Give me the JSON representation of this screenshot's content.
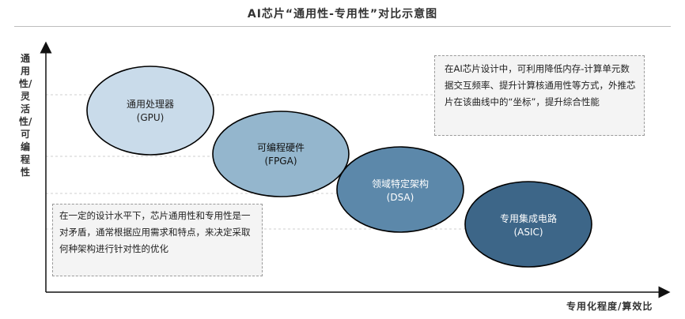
{
  "title": "AI芯片“通用性-专用性”对比示意图",
  "y_axis_label": "通用性/灵活性/可编程性",
  "x_axis_label": "专用化程度/算效比",
  "nodes": [
    {
      "name": "通用处理器",
      "abbr": "(GPU)",
      "color": "#c9dbea"
    },
    {
      "name": "可编程硬件",
      "abbr": "(FPGA)",
      "color": "#94b6cd"
    },
    {
      "name": "领域特定架构",
      "abbr": "(DSA)",
      "color": "#5c88aa"
    },
    {
      "name": "专用集成电路",
      "abbr": "(ASIC)",
      "color": "#3d6688"
    }
  ],
  "note_right": "在AI芯片设计中，可利用降低内存-计算单元数据交互频率、提升计算核通用性等方式，外推芯片在该曲线中的“坐标”，提升综合性能",
  "note_left": "在一定的设计水平下，芯片通用性和专用性是一对矛盾，通常根据应用需求和特点，来决定采取何种架构进行针对性的优化"
}
